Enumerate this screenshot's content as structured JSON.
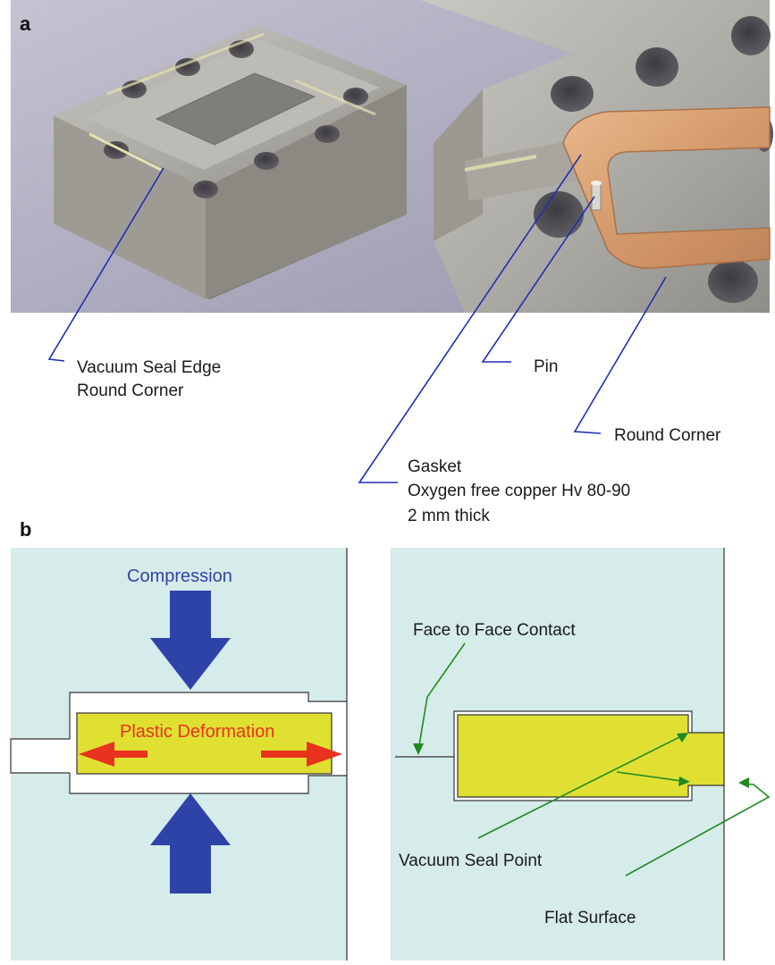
{
  "panels": {
    "a": {
      "letter": "a",
      "labels": {
        "vacuum_seal_edge_line1": "Vacuum Seal Edge",
        "vacuum_seal_edge_line2": "Round Corner",
        "pin": "Pin",
        "round_corner": "Round Corner",
        "gasket_line1": "Gasket",
        "gasket_line2": "Oxygen free copper Hv 80-90",
        "gasket_line3": "2 mm thick"
      }
    },
    "b": {
      "letter": "b",
      "labels": {
        "compression": "Compression",
        "plastic_deformation": "Plastic Deformation",
        "face_to_face_contact": "Face to Face Contact",
        "vacuum_seal_point": "Vacuum Seal Point",
        "flat_surface": "Flat Surface"
      }
    }
  },
  "colors": {
    "flange_fill": "#d6ecea",
    "gasket_fill": "#e0e033",
    "compression_arrow": "#2e43a8",
    "deformation_arrow": "#e8321e",
    "compression_text": "#2e43a8",
    "deformation_text": "#e8321e",
    "leader_blue": "#1f2fb5",
    "leader_green": "#1f8a1f"
  }
}
